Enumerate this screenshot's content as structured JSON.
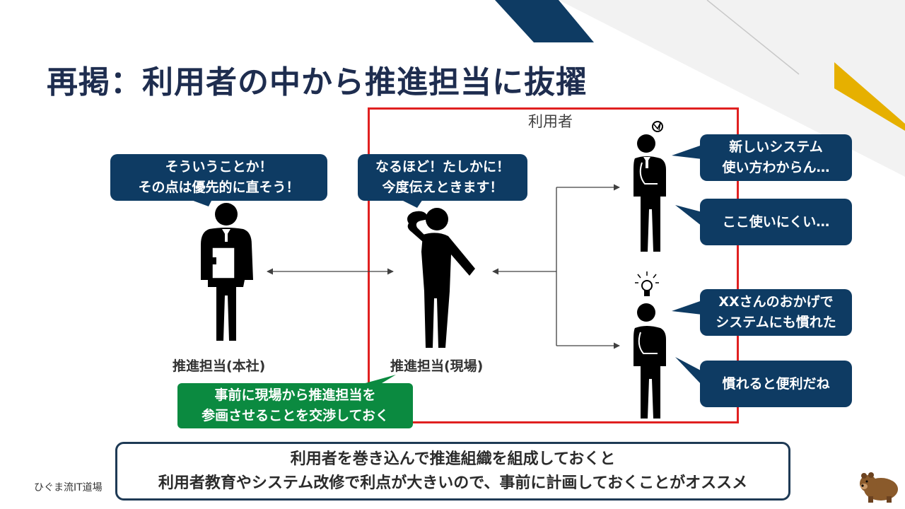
{
  "slide": {
    "title": "再掲：利用者の中から推進担当に抜擢",
    "group_label": "利用者",
    "colors": {
      "title": "#1e2d4f",
      "bubble": "#0e3b63",
      "green_box": "#0b8a40",
      "frame_red": "#e02020",
      "accent_navy": "#0e3b63",
      "accent_gold": "#e6b000"
    },
    "bubbles": {
      "hq": "そういうことか！\nその点は優先的に直そう！",
      "field": "なるほど！たしかに！\n今度伝えときます！",
      "user1_a": "新しいシステム\n使い方わからん…",
      "user1_b": "ここ使いにくい…",
      "user2_a": "XXさんのおかげで\nシステムにも慣れた",
      "user2_b": "慣れると便利だね"
    },
    "captions": {
      "hq": "推進担当(本社)",
      "field": "推進担当(現場)"
    },
    "green_note": "事前に現場から推進担当を\n参画させることを交渉しておく",
    "summary": "利用者を巻き込んで推進組織を組成しておくと\n利用者教育やシステム改修で利点が大きいので、事前に計画しておくことがオススメ",
    "footer": "ひぐま流IT道場"
  }
}
